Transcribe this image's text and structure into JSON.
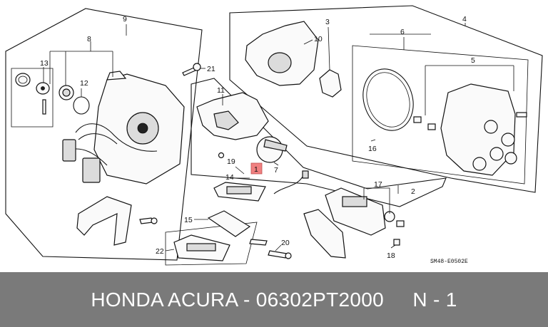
{
  "diagram": {
    "callouts": [
      {
        "id": "c1",
        "text": "1"
      },
      {
        "id": "c2",
        "text": "2"
      },
      {
        "id": "c3",
        "text": "3"
      },
      {
        "id": "c4",
        "text": "4"
      },
      {
        "id": "c5",
        "text": "5"
      },
      {
        "id": "c6",
        "text": "6"
      },
      {
        "id": "c7",
        "text": "7"
      },
      {
        "id": "c8",
        "text": "8"
      },
      {
        "id": "c9",
        "text": "9"
      },
      {
        "id": "c10",
        "text": "10"
      },
      {
        "id": "c11",
        "text": "11"
      },
      {
        "id": "c12",
        "text": "12"
      },
      {
        "id": "c13",
        "text": "13"
      },
      {
        "id": "c14",
        "text": "14"
      },
      {
        "id": "c15",
        "text": "15"
      },
      {
        "id": "c16",
        "text": "16"
      },
      {
        "id": "c17",
        "text": "17"
      },
      {
        "id": "c18",
        "text": "18"
      },
      {
        "id": "c19",
        "text": "19"
      },
      {
        "id": "c20",
        "text": "20"
      },
      {
        "id": "c21",
        "text": "21"
      },
      {
        "id": "c22",
        "text": "22"
      }
    ],
    "drawing_code": "SM48-E0502E",
    "highlight_color": "#f08080"
  },
  "banner": {
    "text": "HONDA ACURA - 06302PT2000     N - 1",
    "background": "#7a7a7a",
    "text_color": "#ffffff"
  }
}
